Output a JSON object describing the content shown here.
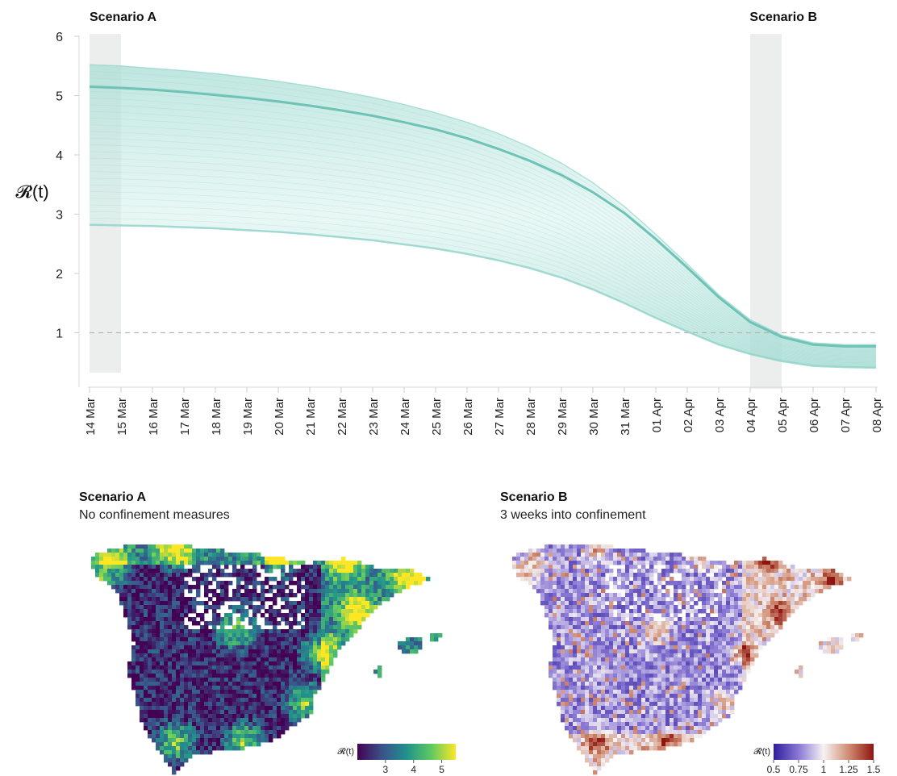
{
  "chart_data": [
    {
      "type": "line",
      "ylabel": "𝓡(t)",
      "xlabel": "",
      "x": [
        "14 Mar",
        "15 Mar",
        "16 Mar",
        "17 Mar",
        "18 Mar",
        "19 Mar",
        "20 Mar",
        "21 Mar",
        "22 Mar",
        "23 Mar",
        "24 Mar",
        "25 Mar",
        "26 Mar",
        "27 Mar",
        "28 Mar",
        "29 Mar",
        "30 Mar",
        "31 Mar",
        "01 Apr",
        "02 Apr",
        "03 Apr",
        "04 Apr",
        "05 Apr",
        "06 Apr",
        "07 Apr",
        "08 Apr"
      ],
      "ylim": [
        0.0,
        6.0
      ],
      "yticks": [
        "1",
        "2",
        "3",
        "4",
        "5",
        "6"
      ],
      "series": [
        {
          "values": [
            5.15,
            5.13,
            5.1,
            5.06,
            5.01,
            4.96,
            4.9,
            4.83,
            4.75,
            4.66,
            4.55,
            4.43,
            4.28,
            4.1,
            3.9,
            3.66,
            3.37,
            3.02,
            2.58,
            2.1,
            1.6,
            1.18,
            0.93,
            0.8,
            0.77,
            0.77
          ],
          "lower": [
            2.82,
            2.81,
            2.8,
            2.78,
            2.76,
            2.73,
            2.7,
            2.66,
            2.61,
            2.56,
            2.49,
            2.42,
            2.33,
            2.22,
            2.09,
            1.93,
            1.73,
            1.5,
            1.25,
            1.02,
            0.8,
            0.64,
            0.52,
            0.44,
            0.42,
            0.41
          ],
          "upper": [
            5.52,
            5.5,
            5.46,
            5.42,
            5.37,
            5.31,
            5.24,
            5.16,
            5.07,
            4.97,
            4.85,
            4.71,
            4.55,
            4.36,
            4.13,
            3.86,
            3.53,
            3.13,
            2.66,
            2.16,
            1.64,
            1.22,
            0.96,
            0.83,
            0.8,
            0.8
          ]
        }
      ],
      "reference_line": 1,
      "shaded_regions": [
        {
          "label": "Scenario A",
          "from": "14 Mar",
          "to": "15 Mar"
        },
        {
          "label": "Scenario B",
          "from": "04 Apr",
          "to": "05 Apr"
        }
      ],
      "colors": {
        "line": "#7ecbbf",
        "band": "#a9ddd5",
        "shade": "#eceeed",
        "ref": "#b5b5b5"
      },
      "grid": false
    },
    {
      "type": "heatmap",
      "title": "Scenario A",
      "subtitle": "No confinement measures",
      "colorbar": {
        "label": "𝓡(t)",
        "ticks": [
          "3",
          "4",
          "5"
        ],
        "range": [
          2.0,
          5.5
        ],
        "colormap": [
          "#440154",
          "#3b528b",
          "#21918c",
          "#5ec962",
          "#fde725"
        ]
      }
    },
    {
      "type": "heatmap",
      "title": "Scenario B",
      "subtitle": "3 weeks into confinement",
      "colorbar": {
        "label": "𝓡(t)",
        "ticks": [
          "0.5",
          "0.75",
          "1",
          "1.25",
          "1.5"
        ],
        "range": [
          0.5,
          1.5
        ],
        "colormap": [
          "#2f1d9e",
          "#8a78d4",
          "#f7f3f3",
          "#d08d73",
          "#8f1410"
        ]
      }
    }
  ]
}
